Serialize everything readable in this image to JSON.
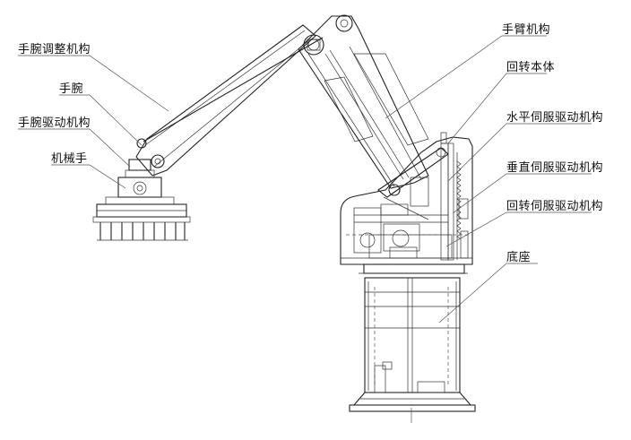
{
  "labels": {
    "wrist_adjust": "手腕调整机构",
    "wrist": "手腕",
    "wrist_drive": "手腕驱动机构",
    "gripper": "机械手",
    "arm": "手臂机构",
    "rotary_body": "回转本体",
    "horizontal_servo": "水平伺服驱动机构",
    "vertical_servo": "垂直伺服驱动机构",
    "rotary_servo": "回转伺服驱动机构",
    "base": "底座"
  },
  "colors": {
    "line": "#222222",
    "background": "#ffffff"
  }
}
